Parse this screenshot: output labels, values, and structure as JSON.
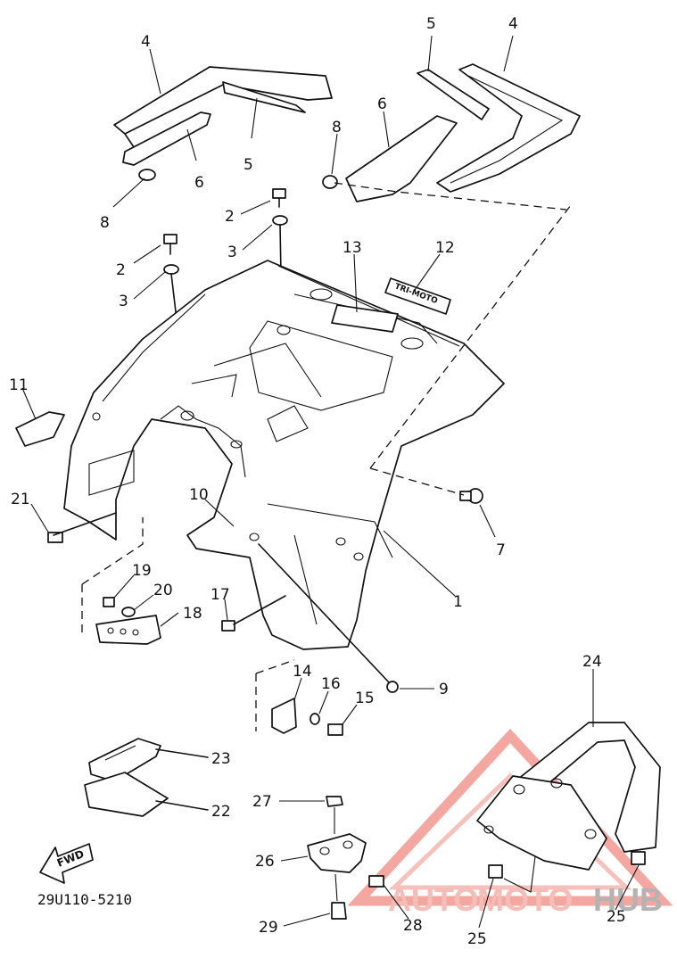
{
  "diagram_code": "29U110-5210",
  "fwd_label": "FWD",
  "decal_text": "TRI-MOTO",
  "watermark": {
    "part1": "AUTO",
    "part2": "MOTO",
    "part3": "HUB",
    "accent": "#e8574a",
    "grey": "#8c8c8c"
  },
  "callouts": [
    {
      "id": "c4a",
      "text": "4"
    },
    {
      "id": "c5a",
      "text": "5"
    },
    {
      "id": "c4b",
      "text": "4"
    },
    {
      "id": "c6a",
      "text": "6"
    },
    {
      "id": "c8a",
      "text": "8"
    },
    {
      "id": "c6b",
      "text": "6"
    },
    {
      "id": "c5b",
      "text": "5"
    },
    {
      "id": "c8b",
      "text": "8"
    },
    {
      "id": "c2a",
      "text": "2"
    },
    {
      "id": "c3a",
      "text": "3"
    },
    {
      "id": "c2b",
      "text": "2"
    },
    {
      "id": "c3b",
      "text": "3"
    },
    {
      "id": "c13",
      "text": "13"
    },
    {
      "id": "c12",
      "text": "12"
    },
    {
      "id": "c11",
      "text": "11"
    },
    {
      "id": "c21",
      "text": "21"
    },
    {
      "id": "c10",
      "text": "10"
    },
    {
      "id": "c7",
      "text": "7"
    },
    {
      "id": "c1",
      "text": "1"
    },
    {
      "id": "c19",
      "text": "19"
    },
    {
      "id": "c20",
      "text": "20"
    },
    {
      "id": "c17",
      "text": "17"
    },
    {
      "id": "c18",
      "text": "18"
    },
    {
      "id": "c14",
      "text": "14"
    },
    {
      "id": "c16",
      "text": "16"
    },
    {
      "id": "c15",
      "text": "15"
    },
    {
      "id": "c9",
      "text": "9"
    },
    {
      "id": "c24",
      "text": "24"
    },
    {
      "id": "c23",
      "text": "23"
    },
    {
      "id": "c22",
      "text": "22"
    },
    {
      "id": "c27",
      "text": "27"
    },
    {
      "id": "c26",
      "text": "26"
    },
    {
      "id": "c28",
      "text": "28"
    },
    {
      "id": "c29",
      "text": "29"
    },
    {
      "id": "c25a",
      "text": "25"
    },
    {
      "id": "c25b",
      "text": "25"
    }
  ]
}
